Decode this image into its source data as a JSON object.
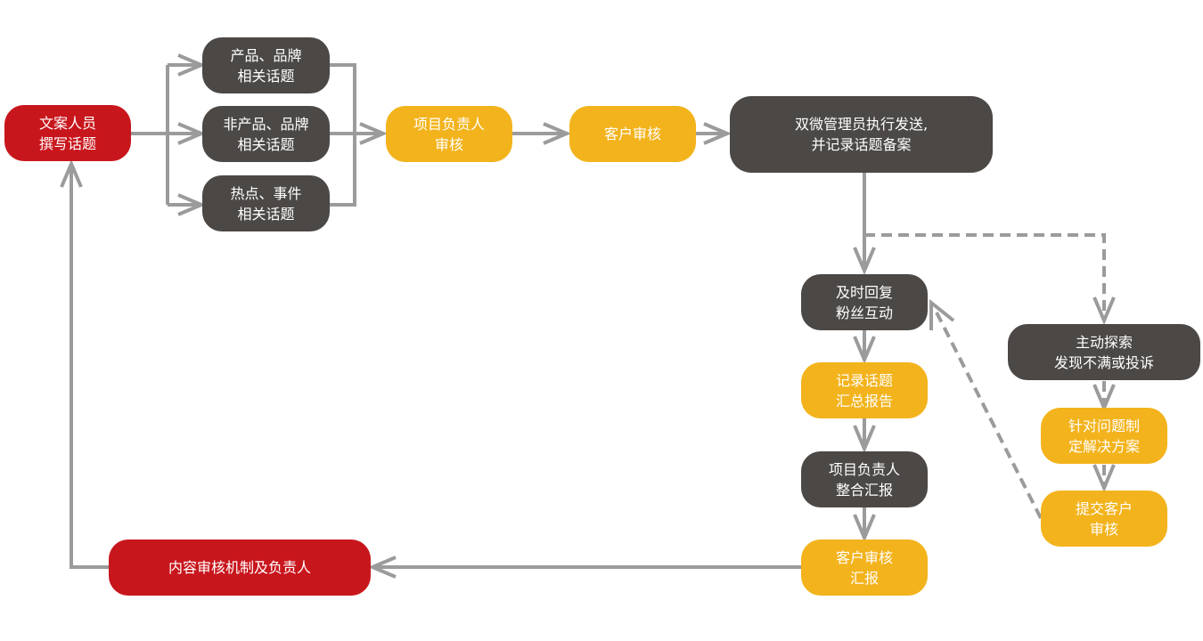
{
  "colors": {
    "red": "#c8161d",
    "dark": "#4b4846",
    "yellow": "#f3b31c",
    "connector": "#9b9b9b"
  },
  "nodes": {
    "writer": {
      "label": "文案人员\n撰写话题"
    },
    "topic_product": {
      "label": "产品、品牌\n相关话题"
    },
    "topic_non_product": {
      "label": "非产品、品牌\n相关话题"
    },
    "topic_hotspot": {
      "label": "热点、事件\n相关话题"
    },
    "pm_review": {
      "label": "项目负责人\n审核"
    },
    "client_review": {
      "label": "客户审核"
    },
    "admin_send": {
      "label": "双微管理员执行发送,\n并记录话题备案"
    },
    "reply_fans": {
      "label": "及时回复\n粉丝互动"
    },
    "record_report": {
      "label": "记录话题\n汇总报告"
    },
    "pm_integrate": {
      "label": "项目负责人\n整合汇报"
    },
    "client_review_report": {
      "label": "客户审核\n汇报"
    },
    "explore": {
      "label": "主动探索\n发现不满或投诉"
    },
    "solution": {
      "label": "针对问题制\n定解决方案"
    },
    "submit_client": {
      "label": "提交客户\n审核"
    },
    "mechanism": {
      "label": "内容审核机制及负责人"
    }
  },
  "edges": [
    {
      "from": "writer",
      "to": "topic_product",
      "style": "solid"
    },
    {
      "from": "writer",
      "to": "topic_non_product",
      "style": "solid"
    },
    {
      "from": "writer",
      "to": "topic_hotspot",
      "style": "solid"
    },
    {
      "from": "topic_product",
      "to": "pm_review",
      "style": "solid"
    },
    {
      "from": "topic_non_product",
      "to": "pm_review",
      "style": "solid"
    },
    {
      "from": "topic_hotspot",
      "to": "pm_review",
      "style": "solid"
    },
    {
      "from": "pm_review",
      "to": "client_review",
      "style": "solid"
    },
    {
      "from": "client_review",
      "to": "admin_send",
      "style": "solid"
    },
    {
      "from": "admin_send",
      "to": "reply_fans",
      "style": "solid"
    },
    {
      "from": "admin_send",
      "to": "explore",
      "style": "dashed"
    },
    {
      "from": "reply_fans",
      "to": "record_report",
      "style": "solid"
    },
    {
      "from": "record_report",
      "to": "pm_integrate",
      "style": "solid"
    },
    {
      "from": "pm_integrate",
      "to": "client_review_report",
      "style": "solid"
    },
    {
      "from": "explore",
      "to": "solution",
      "style": "dashed"
    },
    {
      "from": "solution",
      "to": "submit_client",
      "style": "dashed"
    },
    {
      "from": "submit_client",
      "to": "reply_fans",
      "style": "dashed"
    },
    {
      "from": "client_review_report",
      "to": "mechanism",
      "style": "solid"
    },
    {
      "from": "mechanism",
      "to": "writer",
      "style": "solid"
    }
  ]
}
